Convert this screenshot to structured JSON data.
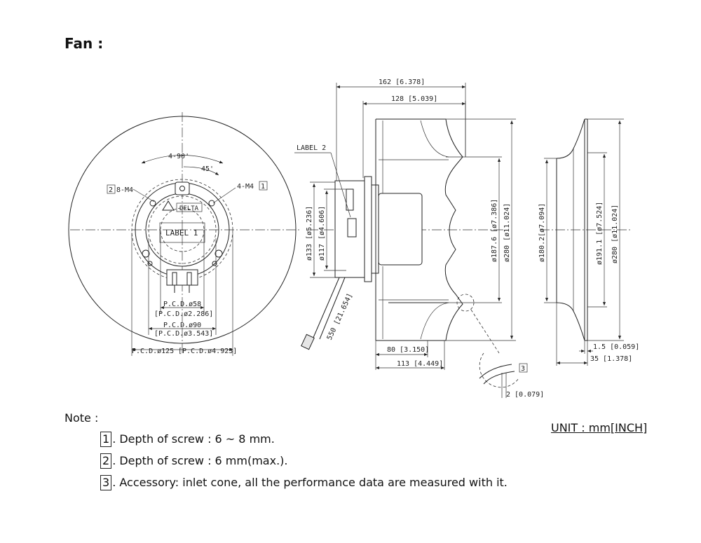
{
  "title": "Fan :",
  "unit_label": "UNIT : mm[INCH]",
  "notes_heading": "Note :",
  "notes": [
    {
      "num": "1",
      "text": ". Depth of screw : 6 ~ 8 mm."
    },
    {
      "num": "2",
      "text": ". Depth of screw : 6 mm(max.)."
    },
    {
      "num": "3",
      "text": ". Accessory: inlet cone, all the performance data are measured with it."
    }
  ],
  "front_view": {
    "angle_4x90": "4-90'",
    "angle_45": "45'",
    "screw_8m4": "8-M4",
    "screw_8m4_ref": "2",
    "screw_4m4": "4-M4",
    "screw_4m4_ref": "1",
    "brand": "DELTA",
    "label1": "LABEL 1",
    "pcd_58": "P.C.D.ø58",
    "pcd_58_in": "[P.C.D.ø2.286]",
    "pcd_90": "P.C.D.ø90",
    "pcd_90_in": "[P.C.D.ø3.543]",
    "pcd_125": "P.C.D.ø125",
    "pcd_125_in": "[P.C.D.ø4.923]"
  },
  "side_view": {
    "label2": "LABEL 2",
    "dim_162": "162 [6.378]",
    "dim_128": "128 [5.039]",
    "dia_133": "ø133 [ø5.236]",
    "dia_117": "ø117 [ø4.606]",
    "dia_1876": "ø187.6 [ø7.386]",
    "dia_280": "ø280 [ø11.024]",
    "cable_550": "550 [21.654]",
    "dim_80": "80 [3.150]",
    "dim_113": "113 [4.449]",
    "detail_ref": "3",
    "dim_2": "2 [0.079]"
  },
  "cone_view": {
    "dia_1802": "ø180.2[ø7.094]",
    "dia_1911": "ø191.1 [ø7.524]",
    "dia_280": "ø280 [ø11.024]",
    "dim_15": "1.5 [0.059]",
    "dim_35": "35 [1.378]"
  }
}
